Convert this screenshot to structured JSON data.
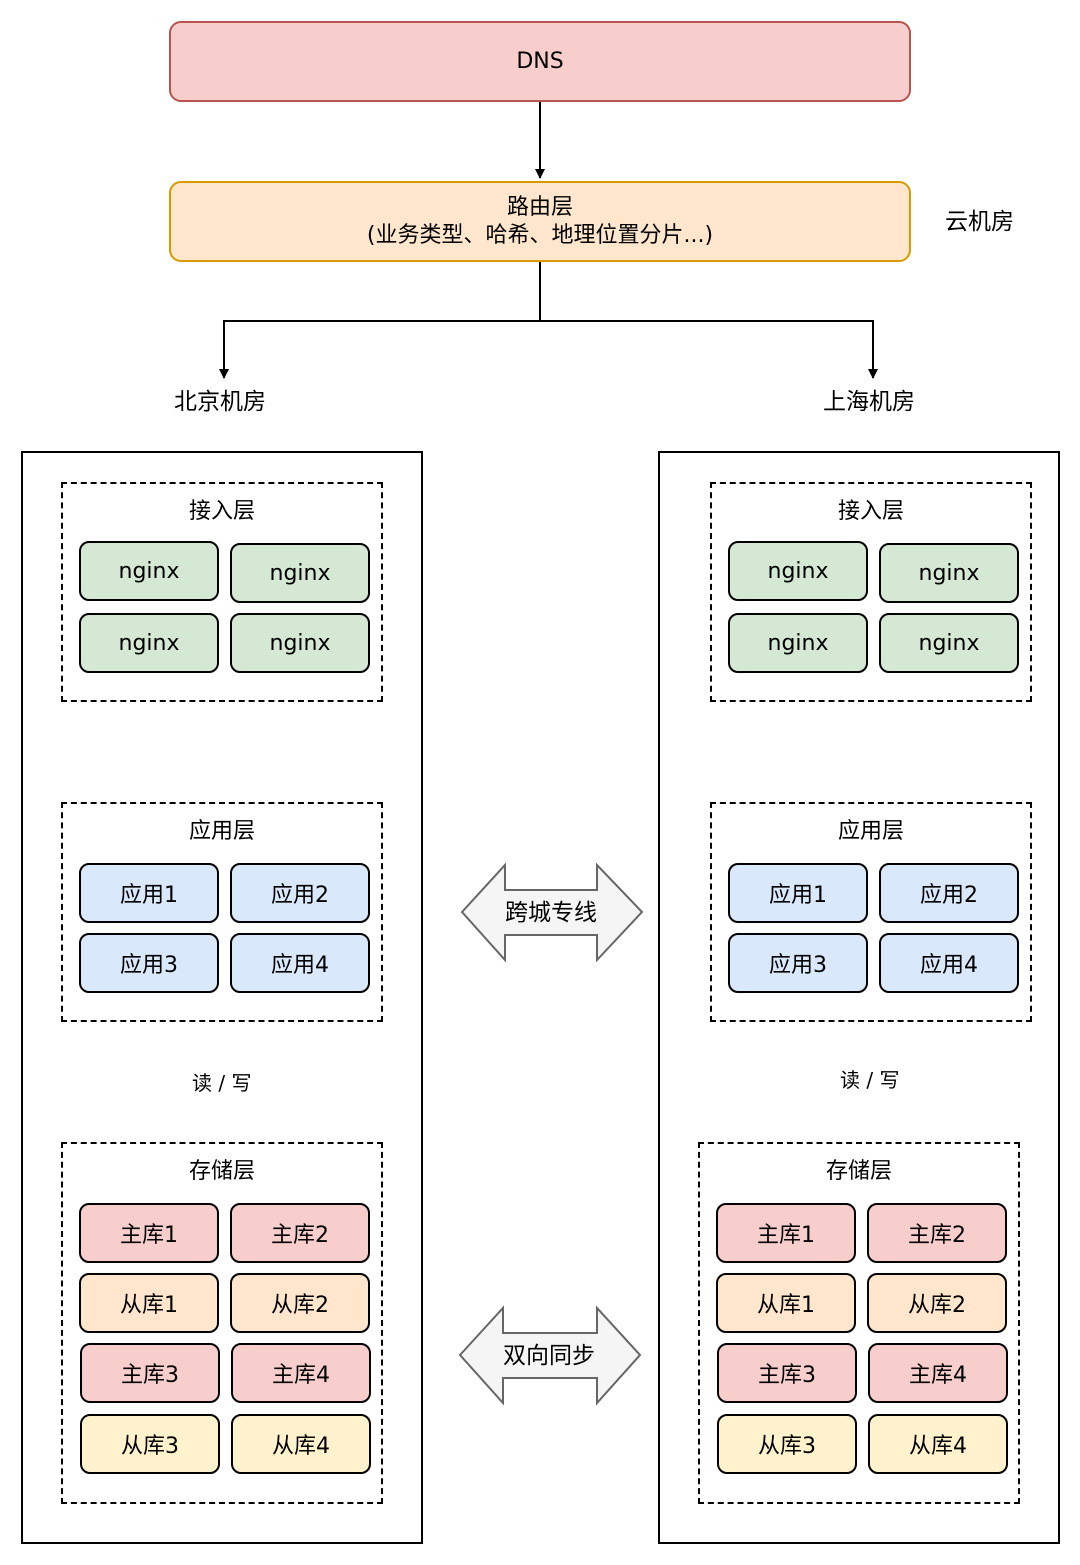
{
  "dns": "DNS",
  "router": {
    "title": "路由层",
    "subtitle": "(业务类型、哈希、地理位置分片...)"
  },
  "cloud_label": "云机房",
  "datacenters": [
    {
      "name": "北京机房",
      "access": {
        "title": "接入层",
        "items": [
          "nginx",
          "nginx",
          "nginx",
          "nginx"
        ]
      },
      "app": {
        "title": "应用层",
        "items": [
          "应用1",
          "应用2",
          "应用3",
          "应用4"
        ]
      },
      "rw_label": "读 / 写",
      "storage": {
        "title": "存储层",
        "items": [
          "主库1",
          "主库2",
          "从库1",
          "从库2",
          "主库3",
          "主库4",
          "从库3",
          "从库4"
        ]
      }
    },
    {
      "name": "上海机房",
      "access": {
        "title": "接入层",
        "items": [
          "nginx",
          "nginx",
          "nginx",
          "nginx"
        ]
      },
      "app": {
        "title": "应用层",
        "items": [
          "应用1",
          "应用2",
          "应用3",
          "应用4"
        ]
      },
      "rw_label": "读 / 写",
      "storage": {
        "title": "存储层",
        "items": [
          "主库1",
          "主库2",
          "从库1",
          "从库2",
          "主库3",
          "主库4",
          "从库3",
          "从库4"
        ]
      }
    }
  ],
  "links": {
    "dedicated_line": "跨城专线",
    "sync": "双向同步"
  },
  "colors": {
    "master_db": "#f8cecc",
    "slave_db": "#ffe6cc",
    "nginx": "#d5e8d4",
    "app": "#dae8fc",
    "router": "#ffe6cc",
    "dns": "#f8cecc"
  }
}
